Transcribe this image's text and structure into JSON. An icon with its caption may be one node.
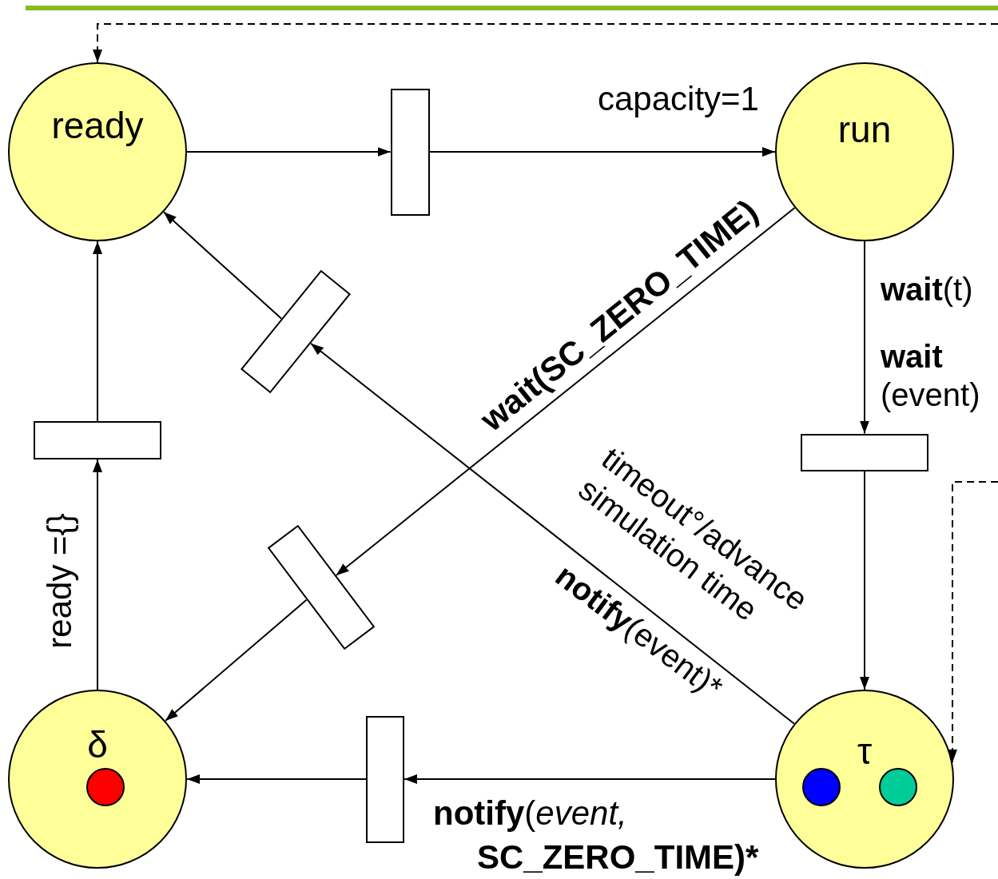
{
  "diagram": {
    "nodes": [
      {
        "text": [
          "ready"
        ]
      },
      {
        "text": [
          "run"
        ],
        "beside": [
          "capacity=1"
        ]
      },
      {
        "text": [
          "δ"
        ]
      },
      {
        "text": [
          "τ"
        ]
      },
      {
        "text": [],
        "shape": "circle",
        "in": 2
      },
      {
        "text": [],
        "shape": "circle",
        "in": 3
      },
      {
        "text": [],
        "shape": "circle",
        "in": 3
      },
      {
        "text": [],
        "shape": "bar"
      },
      {
        "text": [],
        "shape": "bar"
      },
      {
        "text": [],
        "shape": "bar"
      },
      {
        "text": [],
        "shape": "bar"
      },
      {
        "text": [],
        "shape": "bar"
      },
      {
        "text": [],
        "shape": "bar"
      }
    ],
    "edges": [
      {
        "from": 0,
        "to": 7,
        "arrow": "to"
      },
      {
        "from": 7,
        "to": 1,
        "arrow": "to"
      },
      {
        "from": 1,
        "to": 8,
        "arrow": "to"
      },
      {
        "from": 8,
        "to": 3,
        "arrow": "to"
      },
      {
        "from": 3,
        "to": 9,
        "arrow": "to"
      },
      {
        "from": 9,
        "to": 2,
        "arrow": "to"
      },
      {
        "from": 2,
        "to": 10,
        "arrow": "to"
      },
      {
        "from": 10,
        "to": 0,
        "arrow": "to"
      },
      {
        "from": 1,
        "to": 12,
        "arrow": "to"
      },
      {
        "from": 12,
        "to": 2,
        "arrow": "to"
      },
      {
        "from": 3,
        "to": 11,
        "arrow": "to"
      },
      {
        "from": 11,
        "to": 0,
        "arrow": "to"
      },
      {
        "from": null,
        "to": 0,
        "arrow": "to",
        "style": "dashed"
      },
      {
        "from": null,
        "to": 3,
        "arrow": "to",
        "style": "dashed"
      }
    ],
    "labels": [
      "wait(SC_ZERO_TIME)",
      "**wait**(t)",
      "**wait** (event)",
      "timeout°/advance simulation time",
      "**notify**(event)*",
      "ready ={}",
      "**notify**(*event,*",
      "SC_ZERO_TIME)*"
    ]
  }
}
